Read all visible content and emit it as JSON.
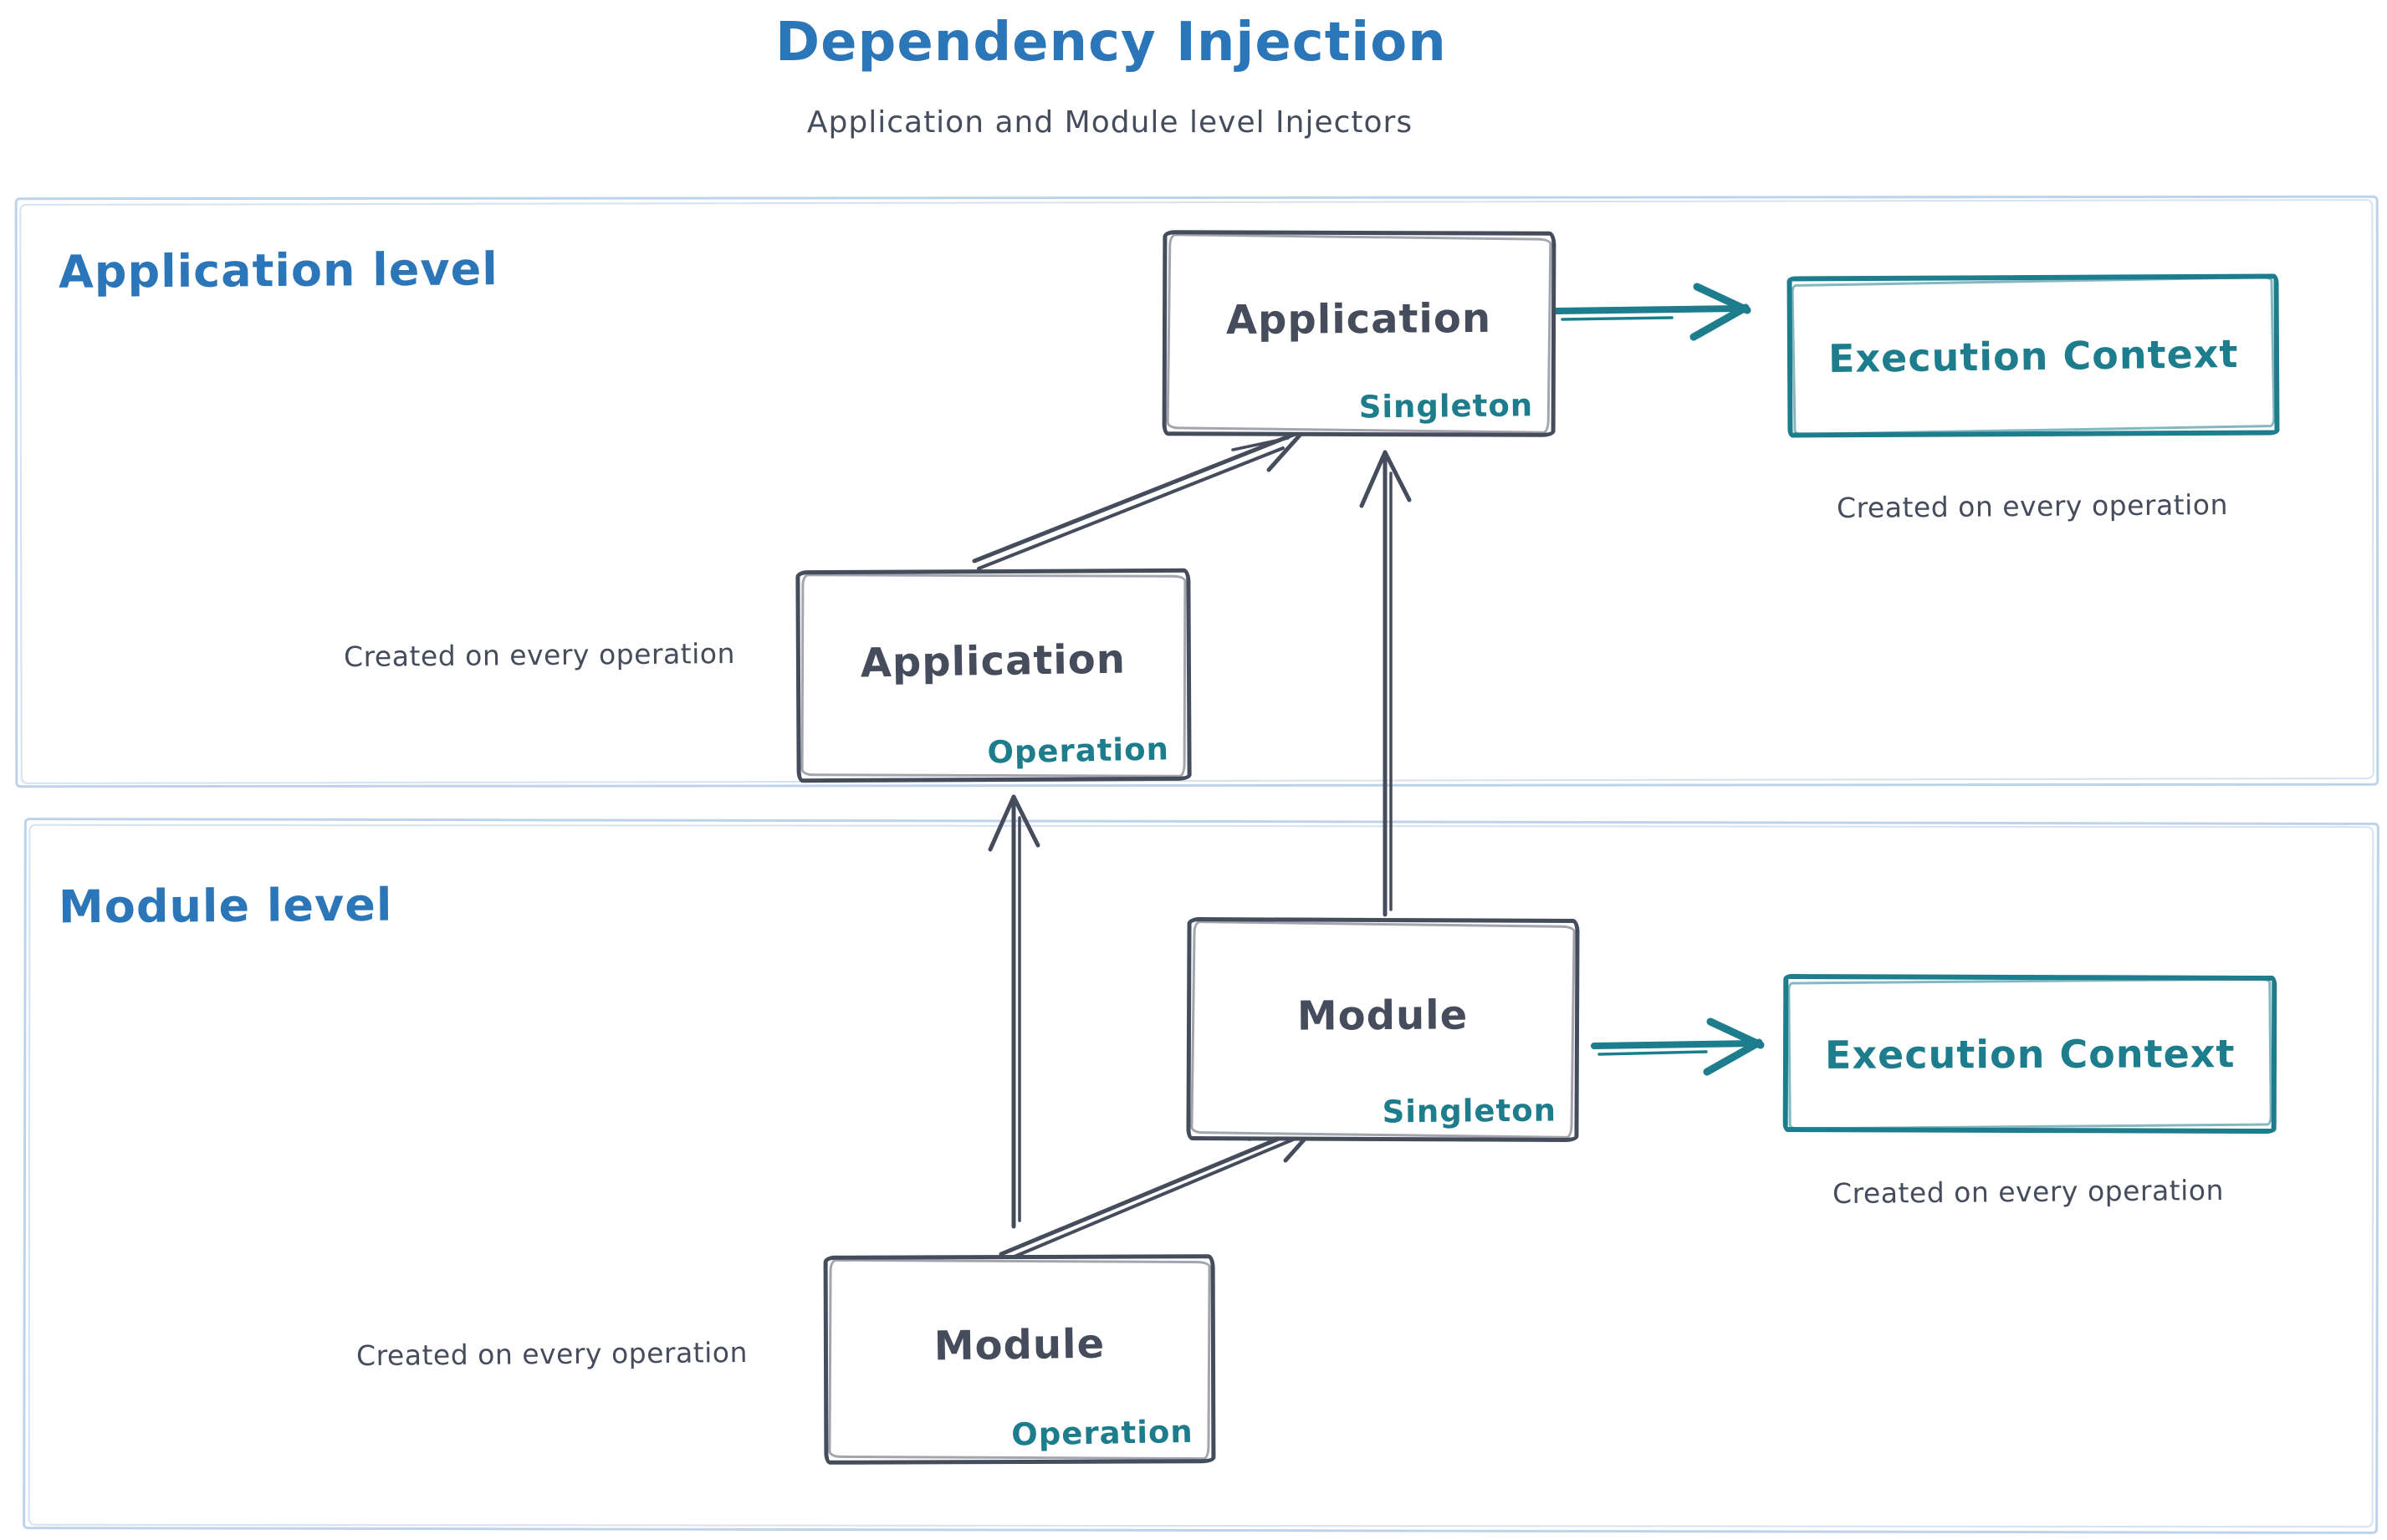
{
  "header": {
    "title": "Dependency Injection",
    "subtitle": "Application and Module level Injectors"
  },
  "colors": {
    "accent_blue": "#2b76b9",
    "ink_dark": "#454c5c",
    "accent_teal": "#1d7d8d",
    "container_border": "#bed3eb",
    "background": "#ffffff"
  },
  "sections": {
    "application": {
      "label": "Application level",
      "singleton_box": {
        "title": "Application",
        "tag": "Singleton"
      },
      "operation_box": {
        "title": "Application",
        "tag": "Operation"
      },
      "operation_caption": "Created on every operation",
      "execution_context": {
        "label": "Execution Context",
        "caption": "Created on every operation"
      }
    },
    "module": {
      "label": "Module level",
      "singleton_box": {
        "title": "Module",
        "tag": "Singleton"
      },
      "operation_box": {
        "title": "Module",
        "tag": "Operation"
      },
      "operation_caption": "Created on every operation",
      "execution_context": {
        "label": "Execution Context",
        "caption": "Created on every operation"
      }
    }
  }
}
